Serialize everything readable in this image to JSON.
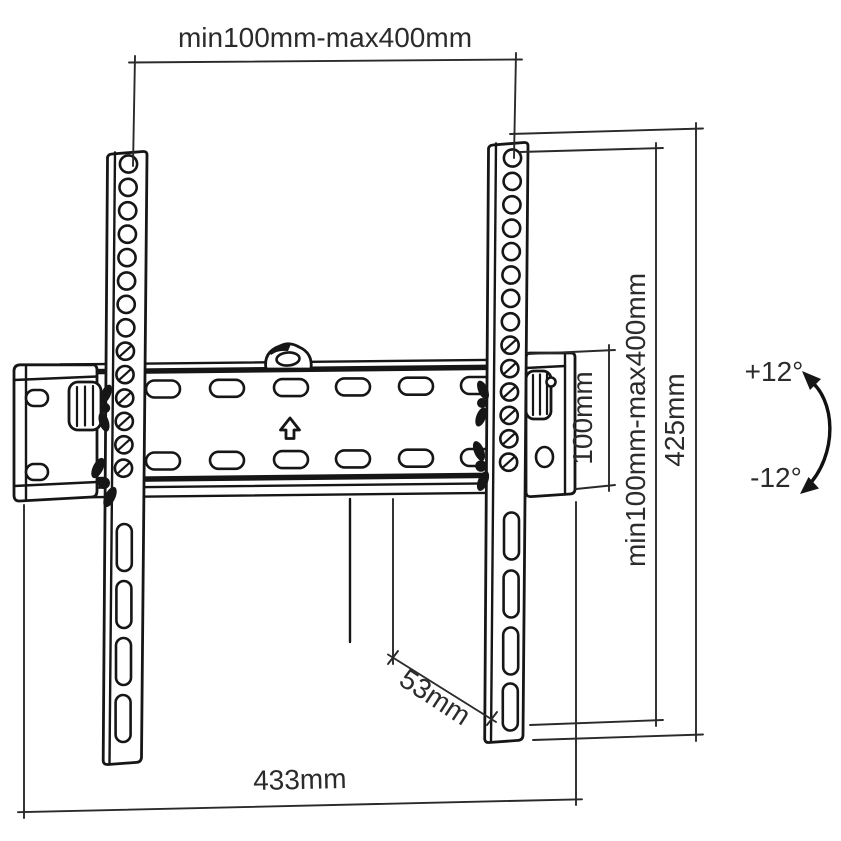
{
  "labels": {
    "top_range": "min100mm-max400mm",
    "side_range": "min100mm-max400mm",
    "bracket_height": "425mm",
    "plate_height": "100mm",
    "depth": "53mm",
    "total_width": "433mm",
    "tilt_up": "+12°",
    "tilt_down": "-12°"
  }
}
